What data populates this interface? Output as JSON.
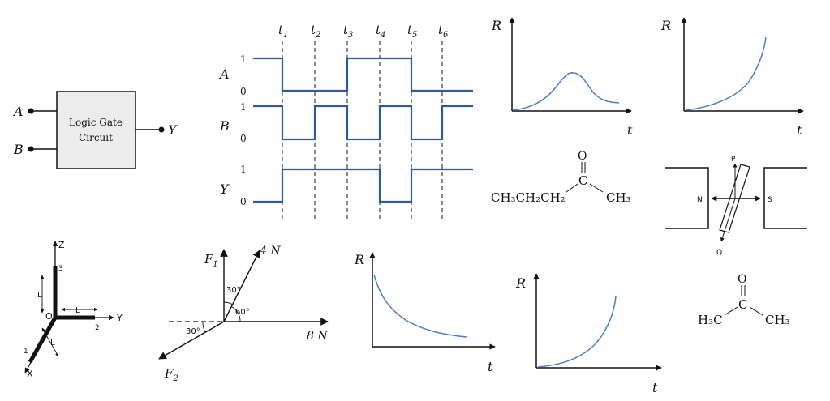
{
  "logic_gate": {
    "box_text_line1": "Logic Gate",
    "box_text_line2": "Circuit",
    "input_a": "A",
    "input_b": "B",
    "output_y": "Y"
  },
  "timing": {
    "time_labels": [
      {
        "t": "t",
        "sub": "1"
      },
      {
        "t": "t",
        "sub": "2"
      },
      {
        "t": "t",
        "sub": "3"
      },
      {
        "t": "t",
        "sub": "4"
      },
      {
        "t": "t",
        "sub": "5"
      },
      {
        "t": "t",
        "sub": "6"
      }
    ],
    "signals": [
      {
        "name": "A",
        "high": "1",
        "low": "0",
        "levels": [
          1,
          0,
          0,
          1,
          1,
          0,
          0
        ]
      },
      {
        "name": "B",
        "high": "1",
        "low": "0",
        "levels": [
          1,
          0,
          1,
          0,
          1,
          0,
          1
        ]
      },
      {
        "name": "Y",
        "high": "1",
        "low": "0",
        "levels": [
          0,
          1,
          1,
          1,
          0,
          1,
          1
        ]
      }
    ]
  },
  "graphs": {
    "axis_r": "R",
    "axis_t": "t"
  },
  "chem": {
    "butanone_o": "O",
    "butanone_c": "C",
    "butanone_left": "CH₃CH₂CH₂",
    "butanone_right": "CH₃",
    "acetone_o": "O",
    "acetone_c": "C",
    "acetone_left": "H₃C",
    "acetone_right": "CH₃"
  },
  "magnet": {
    "pole_n": "N",
    "pole_s": "S",
    "label_p": "P",
    "label_q": "Q"
  },
  "axes3d": {
    "z": "Z",
    "y": "Y",
    "x": "X",
    "origin": "O",
    "len_z": "L",
    "len_y": "L",
    "len_x": "L",
    "pt1": "1",
    "pt2": "2",
    "pt3": "3"
  },
  "forces": {
    "f1": "F",
    "f1_sub": "1",
    "f2": "F",
    "f2_sub": "2",
    "four_n": "4 N",
    "eight_n": "8 N",
    "ang30_top": "30°",
    "ang60": "60°",
    "ang30_left": "30°"
  }
}
